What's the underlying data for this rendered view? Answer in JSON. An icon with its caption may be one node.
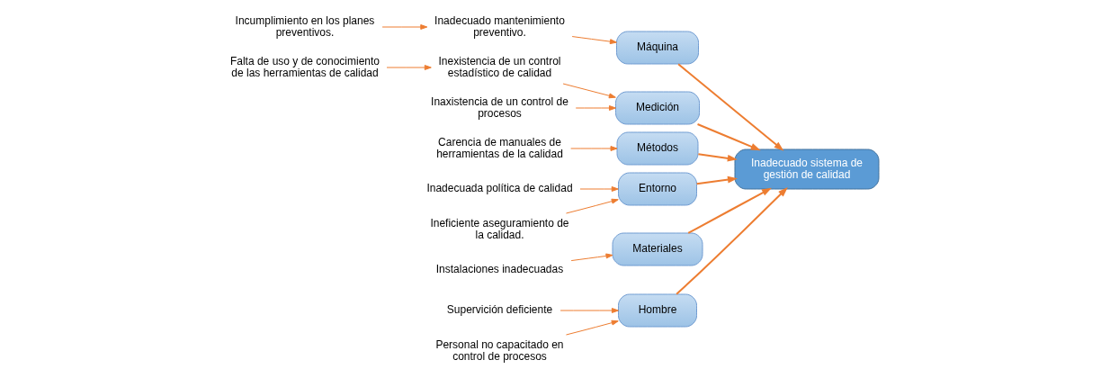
{
  "diagram": {
    "nodes": [
      {
        "text": [
          "Hombre"
        ]
      },
      {
        "text": [
          "Máquina"
        ]
      },
      {
        "text": [
          "Medición"
        ]
      },
      {
        "text": [
          "Supervición deficiente"
        ]
      },
      {
        "text": [
          "Personal no capacitado en control de procesos"
        ]
      },
      {
        "text": [
          "Inadecuado mantenimiento preventivo."
        ]
      },
      {
        "text": [
          "Incumplimiento en los planes preventivos."
        ]
      },
      {
        "text": [
          "Inexistencia de un control estadístico de calidad"
        ]
      },
      {
        "text": [
          "Falta de uso y de conocimiento de las herramientas de calidad"
        ]
      },
      {
        "text": [
          "Inaxistencia de un control de procesos"
        ]
      },
      {
        "text": [
          "Inadecuado sistema de gestión de calidad"
        ]
      },
      {
        "text": [
          "Carencia de manuales de herramientas de la calidad"
        ]
      },
      {
        "text": [
          "Inadecuada política de calidad"
        ]
      },
      {
        "text": [
          "Ineficiente aseguramiento de la calidad."
        ]
      },
      {
        "text": [
          "Instalaciones inadecuadas"
        ]
      },
      {
        "text": [
          "Métodos"
        ]
      },
      {
        "text": [
          "Entorno"
        ]
      },
      {
        "text": [
          "Materiales"
        ]
      }
    ],
    "edges": [
      {
        "from": 0,
        "to": 10,
        "arrow": "to"
      },
      {
        "from": 1,
        "to": 10,
        "arrow": "to"
      },
      {
        "from": 2,
        "to": 10,
        "arrow": "to"
      },
      {
        "from": 15,
        "to": 10,
        "arrow": "to"
      },
      {
        "from": 16,
        "to": 10,
        "arrow": "to"
      },
      {
        "from": 17,
        "to": 10,
        "arrow": "to"
      },
      {
        "from": 3,
        "to": 0,
        "arrow": "to"
      },
      {
        "from": 4,
        "to": 0,
        "arrow": "to"
      },
      {
        "from": 5,
        "to": 1,
        "arrow": "to"
      },
      {
        "from": 6,
        "to": 5,
        "arrow": "to"
      },
      {
        "from": 7,
        "to": 2,
        "arrow": "to"
      },
      {
        "from": 8,
        "to": 7,
        "arrow": "to"
      },
      {
        "from": 9,
        "to": 2,
        "arrow": "to"
      },
      {
        "from": 11,
        "to": 15,
        "arrow": "to"
      },
      {
        "from": 12,
        "to": 16,
        "arrow": "to"
      },
      {
        "from": 13,
        "to": 16,
        "arrow": "to"
      },
      {
        "from": 14,
        "to": 17,
        "arrow": "to"
      }
    ]
  }
}
